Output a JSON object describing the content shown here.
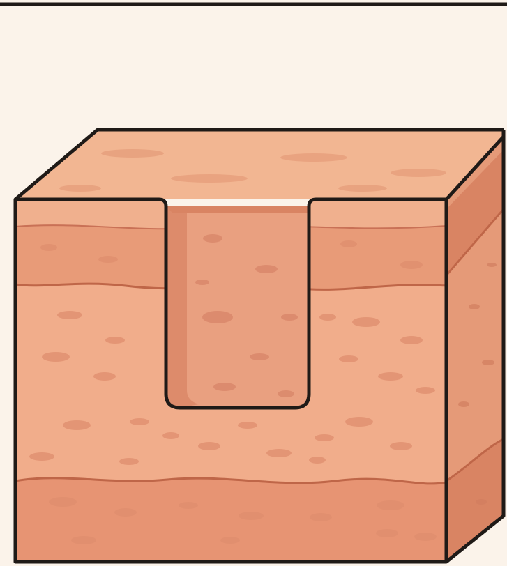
{
  "diagram": {
    "subject": "skin-tissue-block-cross-section",
    "colors": {
      "background": "#fbf3ea",
      "outline": "#1f1a17",
      "top_face": "#f2b692",
      "top_face_speckle": "#e7a07d",
      "upper_band": "#e89b78",
      "upper_band_light": "#f0b08e",
      "middle_layer": "#f1ad8b",
      "lower_band": "#e79473",
      "side_face": "#e59a78",
      "side_face_dark": "#d98463",
      "cavity_wall": "#dd8b6b",
      "cavity_floor": "#e9a080",
      "speckle": "#df8e6e",
      "layer_line": "#bf6648"
    },
    "layers": [
      "top-surface",
      "upper-layer",
      "middle-layer",
      "lower-layer"
    ],
    "features": [
      "rectangular-cavity",
      "side-face",
      "top-frame-line"
    ]
  }
}
